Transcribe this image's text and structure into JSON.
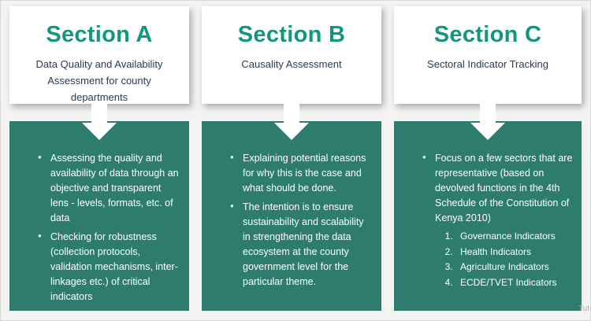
{
  "colors": {
    "accent": "#12967E",
    "panel": "#2E7C6D",
    "card_text": "#2B3B4E",
    "page_background": "#F3F3F1"
  },
  "watermark": "Tut",
  "sections": [
    {
      "title": "Section A",
      "subtitle": "Data Quality and Availability Assessment for county departments",
      "bullets": [
        "Assessing the quality and availability of data through an objective and transparent lens - levels, formats, etc. of data",
        "Checking for robustness (collection protocols, validation mechanisms, inter-linkages etc.) of critical indicators"
      ]
    },
    {
      "title": "Section B",
      "subtitle": "Causality Assessment",
      "bullets": [
        "Explaining potential reasons for why this is the case and what should be done.",
        "The intention is to ensure sustainability and scalability in strengthening the data ecosystem at the county government level for the particular theme."
      ]
    },
    {
      "title": "Section C",
      "subtitle": "Sectoral Indicator Tracking",
      "bullets": [
        "Focus on a few sectors that are representative (based on devolved functions in the 4th Schedule of the Constitution of Kenya 2010)"
      ],
      "numbered": [
        "Governance Indicators",
        "Health Indicators",
        "Agriculture Indicators",
        "ECDE/TVET Indicators"
      ]
    }
  ]
}
